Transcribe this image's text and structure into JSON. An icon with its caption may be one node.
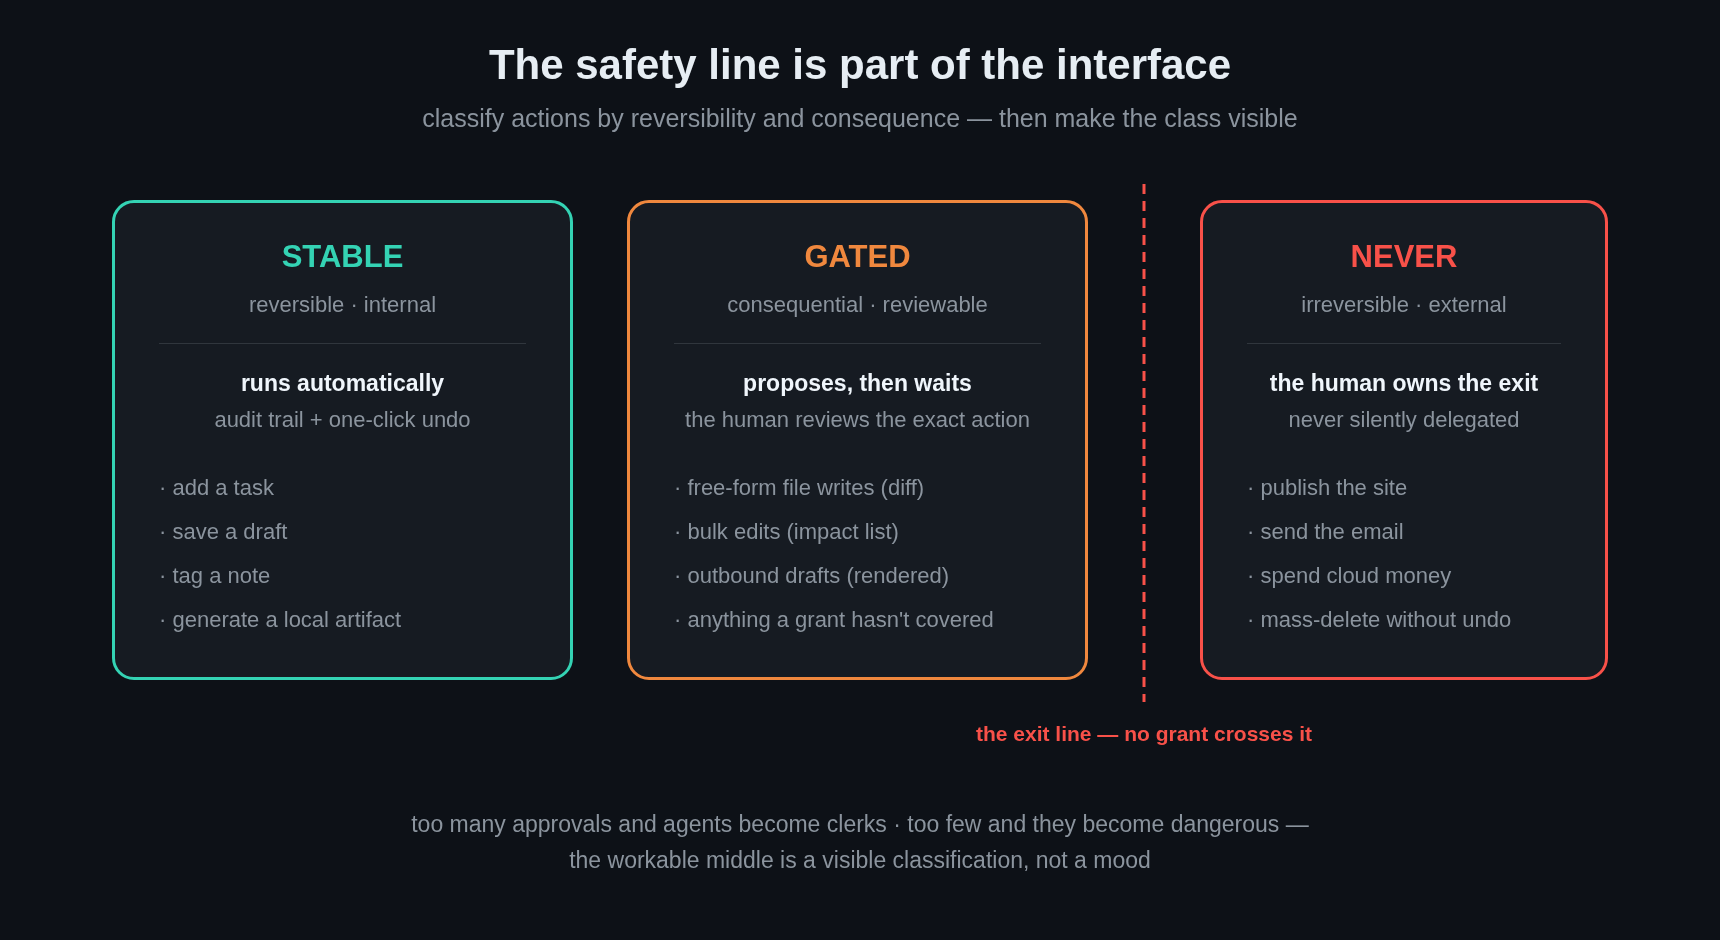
{
  "diagram": {
    "title": "The safety line is part of the interface",
    "caption": "too many approvals and agents become clerks · too few and they become dangerous — the workable middle is a visible classification, not a mood",
    "nodes": [
      {
        "text": [
          "STABLE",
          "reversible · internal",
          "runs automatically",
          "audit trail + one-click undo",
          "· add a task",
          "· save a draft",
          "· tag a note",
          "· generate a local artifact"
        ]
      },
      {
        "text": [
          "GATED",
          "consequential · reviewable",
          "proposes, then waits",
          "the human reviews the exact action",
          "· free-form file writes (diff)",
          "· bulk edits (impact list)",
          "· outbound drafts (rendered)",
          "· anything a grant hasn't covered"
        ]
      },
      {
        "text": [
          "NEVER",
          "irreversible · external",
          "the human owns the exit",
          "never silently delegated",
          "· publish the site",
          "· send the email",
          "· spend cloud money",
          "· mass-delete without undo"
        ]
      }
    ],
    "labels": [
      "classify actions by reversibility and consequence — then make the class visible",
      "the exit line — no grant crosses it"
    ]
  }
}
